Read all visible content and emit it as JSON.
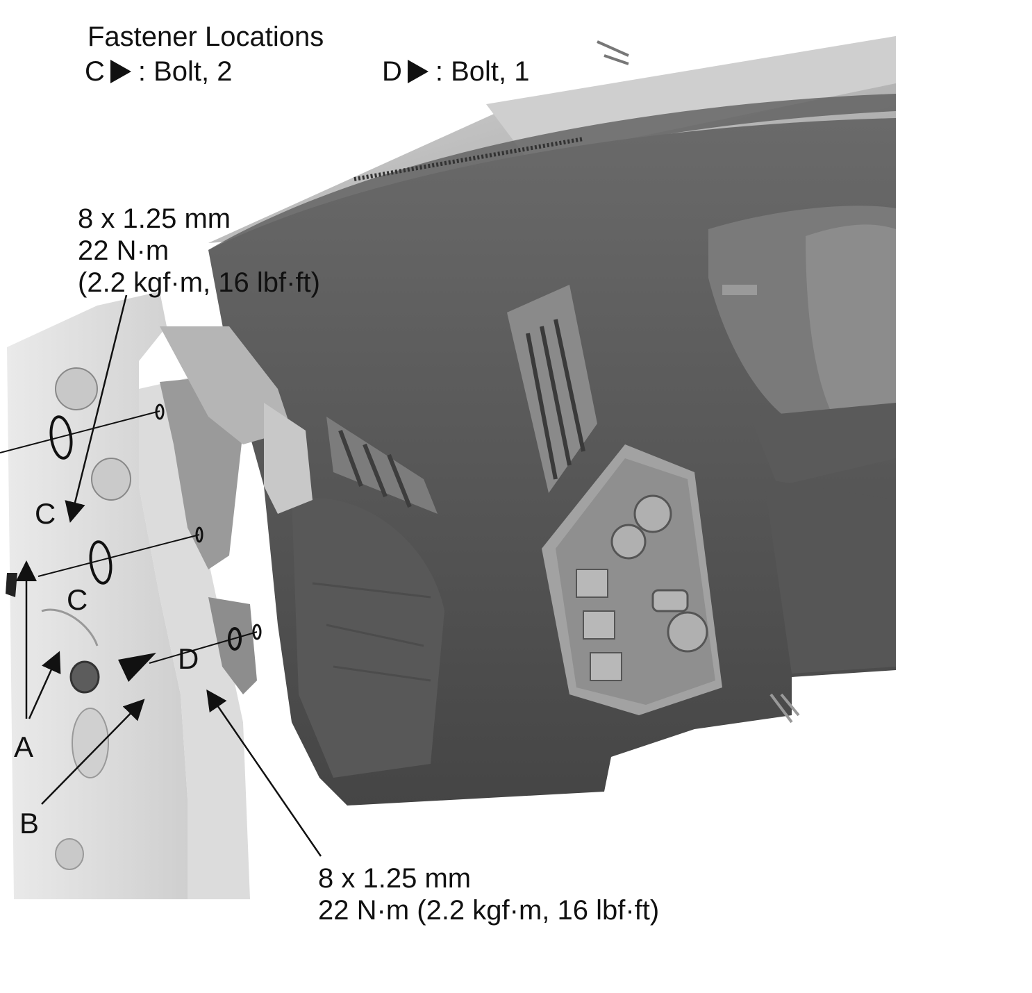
{
  "legend": {
    "title": "Fastener Locations",
    "items": [
      {
        "letter": "C",
        "text": ": Bolt, 2"
      },
      {
        "letter": "D",
        "text": ": Bolt, 1"
      }
    ]
  },
  "callouts": {
    "upper": {
      "line1": "8 x 1.25 mm",
      "line2": "22 N·m",
      "line3": "(2.2 kgf·m, 16 lbf·ft)"
    },
    "lower": {
      "line1": "8 x 1.25 mm",
      "line2": "22 N·m (2.2 kgf·m, 16 lbf·ft)"
    }
  },
  "labels": {
    "a": "A",
    "b": "B",
    "c_upper": "C",
    "c_lower": "C",
    "d": "D"
  },
  "colors": {
    "dash_dark": "#4a4a4a",
    "dash_mid": "#6e6e6e",
    "pillar_light": "#e4e4e4",
    "windshield": "#bdbdbd"
  }
}
